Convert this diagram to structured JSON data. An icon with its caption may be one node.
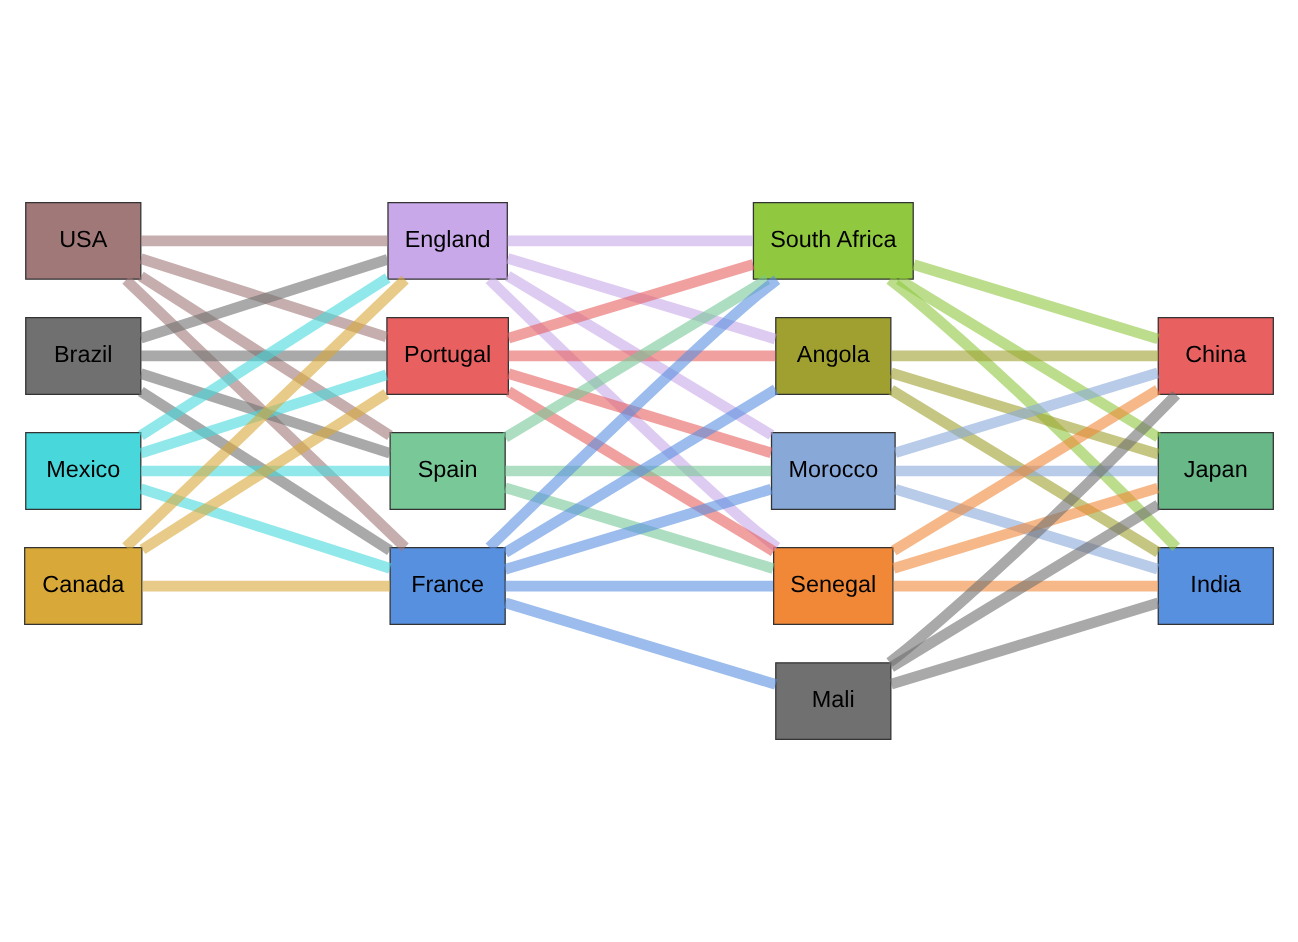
{
  "diagram": {
    "nodes": [
      {
        "text": [
          "USA"
        ]
      },
      {
        "text": [
          "Brazil"
        ]
      },
      {
        "text": [
          "Mexico"
        ]
      },
      {
        "text": [
          "Canada"
        ]
      },
      {
        "text": [
          "England"
        ]
      },
      {
        "text": [
          "Portugal"
        ]
      },
      {
        "text": [
          "Spain"
        ]
      },
      {
        "text": [
          "France"
        ]
      },
      {
        "text": [
          "South Africa"
        ]
      },
      {
        "text": [
          "Angola"
        ]
      },
      {
        "text": [
          "Morocco"
        ]
      },
      {
        "text": [
          "Senegal"
        ]
      },
      {
        "text": [
          "Mali"
        ]
      },
      {
        "text": [
          "China"
        ]
      },
      {
        "text": [
          "Japan"
        ]
      },
      {
        "text": [
          "India"
        ]
      }
    ],
    "edges": [
      {
        "from": 0,
        "to": 4,
        "arrow": "none",
        "color": "#a07878"
      },
      {
        "from": 0,
        "to": 5,
        "arrow": "none",
        "color": "#a07878"
      },
      {
        "from": 0,
        "to": 6,
        "arrow": "none",
        "color": "#a07878"
      },
      {
        "from": 0,
        "to": 7,
        "arrow": "none",
        "color": "#a07878"
      },
      {
        "from": 1,
        "to": 4,
        "arrow": "none",
        "color": "#707070"
      },
      {
        "from": 1,
        "to": 5,
        "arrow": "none",
        "color": "#707070"
      },
      {
        "from": 1,
        "to": 6,
        "arrow": "none",
        "color": "#707070"
      },
      {
        "from": 1,
        "to": 7,
        "arrow": "none",
        "color": "#707070"
      },
      {
        "from": 2,
        "to": 4,
        "arrow": "none",
        "color": "#48d8dc"
      },
      {
        "from": 2,
        "to": 5,
        "arrow": "none",
        "color": "#48d8dc"
      },
      {
        "from": 2,
        "to": 6,
        "arrow": "none",
        "color": "#48d8dc"
      },
      {
        "from": 2,
        "to": 7,
        "arrow": "none",
        "color": "#48d8dc"
      },
      {
        "from": 3,
        "to": 4,
        "arrow": "none",
        "color": "#d8a838"
      },
      {
        "from": 3,
        "to": 5,
        "arrow": "none",
        "color": "#d8a838"
      },
      {
        "from": 3,
        "to": 7,
        "arrow": "none",
        "color": "#d8a838"
      },
      {
        "from": 4,
        "to": 8,
        "arrow": "none",
        "color": "#c8a8e8"
      },
      {
        "from": 4,
        "to": 9,
        "arrow": "none",
        "color": "#c8a8e8"
      },
      {
        "from": 4,
        "to": 10,
        "arrow": "none",
        "color": "#c8a8e8"
      },
      {
        "from": 4,
        "to": 11,
        "arrow": "none",
        "color": "#c8a8e8"
      },
      {
        "from": 5,
        "to": 8,
        "arrow": "none",
        "color": "#e86060"
      },
      {
        "from": 5,
        "to": 9,
        "arrow": "none",
        "color": "#e86060"
      },
      {
        "from": 5,
        "to": 10,
        "arrow": "none",
        "color": "#e86060"
      },
      {
        "from": 5,
        "to": 11,
        "arrow": "none",
        "color": "#e86060"
      },
      {
        "from": 6,
        "to": 8,
        "arrow": "none",
        "color": "#78c898"
      },
      {
        "from": 6,
        "to": 10,
        "arrow": "none",
        "color": "#78c898"
      },
      {
        "from": 6,
        "to": 11,
        "arrow": "none",
        "color": "#78c898"
      },
      {
        "from": 7,
        "to": 8,
        "arrow": "none",
        "color": "#5890e0"
      },
      {
        "from": 7,
        "to": 9,
        "arrow": "none",
        "color": "#5890e0"
      },
      {
        "from": 7,
        "to": 10,
        "arrow": "none",
        "color": "#5890e0"
      },
      {
        "from": 7,
        "to": 11,
        "arrow": "none",
        "color": "#5890e0"
      },
      {
        "from": 7,
        "to": 12,
        "arrow": "none",
        "color": "#5890e0"
      },
      {
        "from": 8,
        "to": 13,
        "arrow": "none",
        "color": "#90c840"
      },
      {
        "from": 8,
        "to": 14,
        "arrow": "none",
        "color": "#90c840"
      },
      {
        "from": 8,
        "to": 15,
        "arrow": "none",
        "color": "#90c840"
      },
      {
        "from": 9,
        "to": 13,
        "arrow": "none",
        "color": "#a0a030"
      },
      {
        "from": 9,
        "to": 14,
        "arrow": "none",
        "color": "#a0a030"
      },
      {
        "from": 9,
        "to": 15,
        "arrow": "none",
        "color": "#a0a030"
      },
      {
        "from": 10,
        "to": 13,
        "arrow": "none",
        "color": "#88a8d8"
      },
      {
        "from": 10,
        "to": 14,
        "arrow": "none",
        "color": "#88a8d8"
      },
      {
        "from": 10,
        "to": 15,
        "arrow": "none",
        "color": "#88a8d8"
      },
      {
        "from": 11,
        "to": 13,
        "arrow": "none",
        "color": "#f08838"
      },
      {
        "from": 11,
        "to": 14,
        "arrow": "none",
        "color": "#f08838"
      },
      {
        "from": 11,
        "to": 15,
        "arrow": "none",
        "color": "#f08838"
      },
      {
        "from": 12,
        "to": 13,
        "arrow": "none",
        "color": "#707070"
      },
      {
        "from": 12,
        "to": 14,
        "arrow": "none",
        "color": "#707070"
      },
      {
        "from": 12,
        "to": 15,
        "arrow": "none",
        "color": "#707070"
      }
    ]
  }
}
